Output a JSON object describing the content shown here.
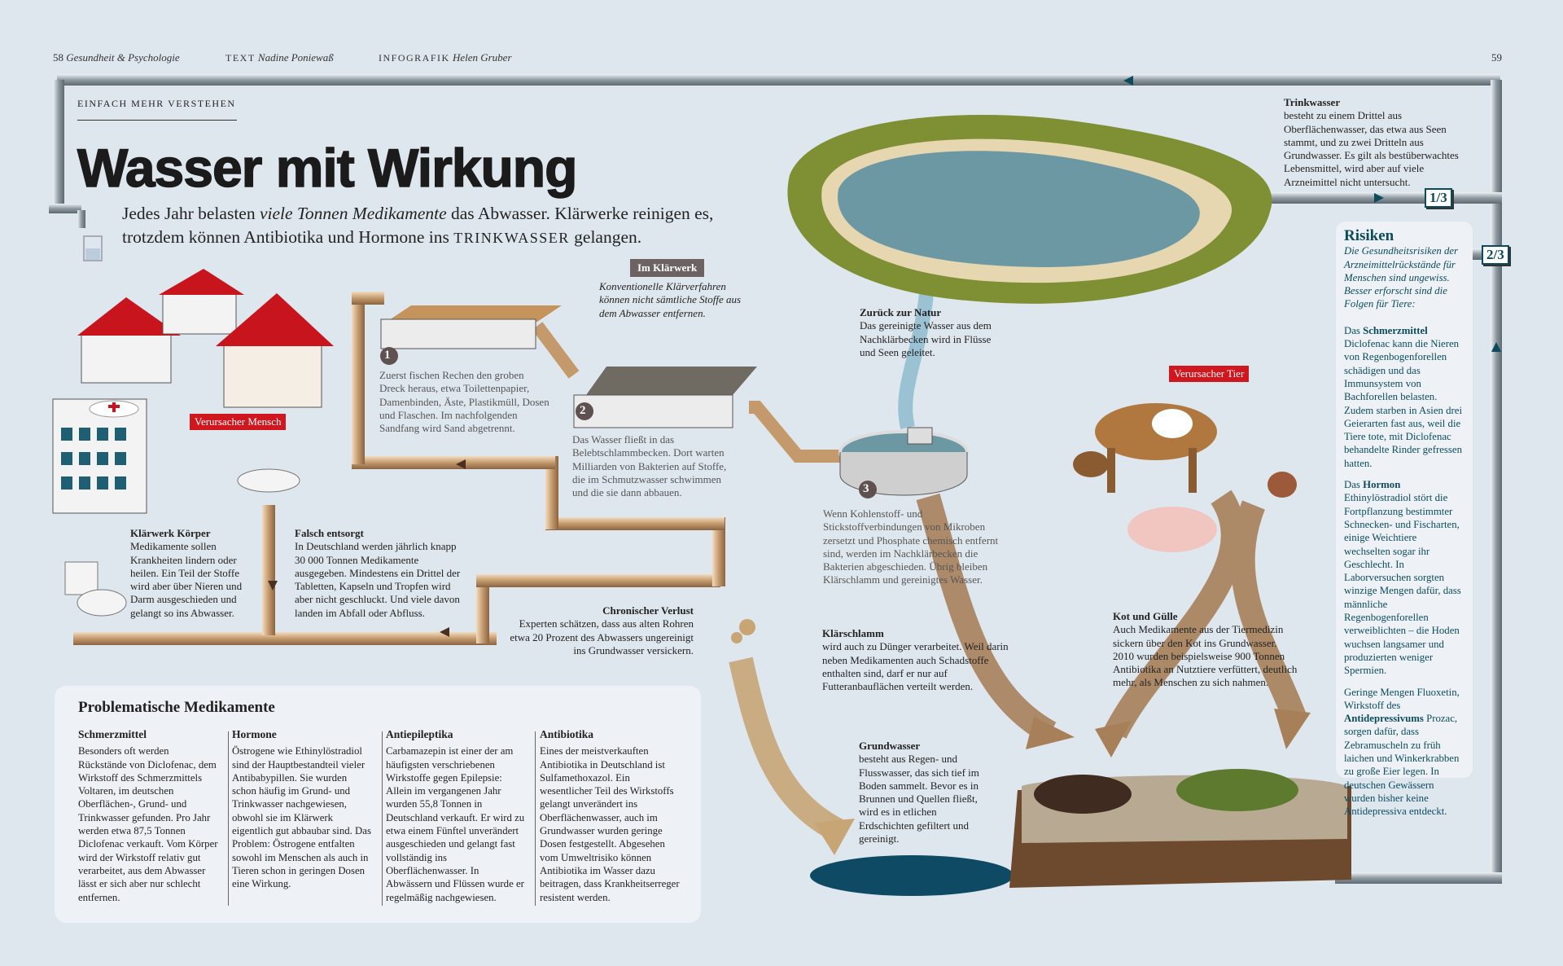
{
  "header": {
    "page_left": "58",
    "section": "Gesundheit & Psychologie",
    "text_label": "TEXT",
    "text_author": "Nadine Poniewaß",
    "graphic_label": "INFOGRAFIK",
    "graphic_author": "Helen Gruber",
    "page_right": "59",
    "kicker": "EINFACH MEHR VERSTEHEN"
  },
  "title": "Wasser mit Wirkung",
  "subtitle": {
    "part1": "Jedes Jahr belasten ",
    "emph": "viele Tonnen Medikamente",
    "part2": " das Abwasser. Klärwerke reinigen es, trotzdem können Antibiotika und Hormone ins ",
    "caps": "TRINKWASSER",
    "part3": " gelangen."
  },
  "labels": {
    "verursacher_mensch": "Verursacher Mensch",
    "verursacher_tier": "Verursacher Tier",
    "im_klaerwerk": "Im Klärwerk",
    "im_klaerwerk_note": "Konventionelle Klärverfahren können nicht sämtliche Stoffe aus dem Abwasser entfernen.",
    "fraction_one_third": "1/3",
    "fraction_two_thirds": "2/3"
  },
  "steps": [
    {
      "number": "1",
      "text": "Zuerst fischen Rechen den groben Dreck heraus, etwa Toilettenpapier, Damenbinden, Äste, Plastikmüll, Dosen und Flaschen. Im nachfolgenden Sandfang wird Sand abgetrennt."
    },
    {
      "number": "2",
      "text": "Das Wasser fließt in das Belebtschlammbecken. Dort warten Milliarden von Bakterien auf Stoffe, die im Schmutzwasser schwimmen und die sie dann abbauen."
    },
    {
      "number": "3",
      "text": "Wenn Kohlenstoff- und Stickstoffverbindungen von Mikroben zersetzt und Phosphate chemisch entfernt sind, werden im Nachklärbecken die Bakterien abgeschieden. Übrig bleiben Klärschlamm und gereinigtes Wasser."
    }
  ],
  "notes": {
    "klaerwerk_koerper": {
      "title": "Klärwerk Körper",
      "text": "Medikamente sollen Krankheiten lindern oder heilen. Ein Teil der Stoffe wird aber über Nieren und Darm ausgeschieden und gelangt so ins Abwasser."
    },
    "falsch_entsorgt": {
      "title": "Falsch entsorgt",
      "text": "In Deutschland werden jährlich knapp 30 000 Tonnen Medikamente ausgegeben. Mindestens ein Drittel der Tabletten, Kapseln und Tropfen wird aber nicht geschluckt. Und viele davon landen im Abfall oder Abfluss."
    },
    "chronischer_verlust": {
      "title": "Chronischer Verlust",
      "text": "Experten schätzen, dass aus alten Rohren etwa 20 Prozent des Abwassers ungereinigt ins Grundwasser versickern."
    },
    "zurueck_zur_natur": {
      "title": "Zurück zur Natur",
      "text": "Das gereinigte Wasser aus dem Nachklärbecken wird in Flüsse und Seen geleitet."
    },
    "trinkwasser": {
      "title": "Trinkwasser",
      "text": "besteht zu einem Drittel aus Oberflächenwasser, das etwa aus Seen stammt, und zu zwei Dritteln aus Grundwasser. Es gilt als bestüberwachtes Lebensmittel, wird aber auf viele Arzneimittel nicht untersucht."
    },
    "klaerschlamm": {
      "title": "Klärschlamm",
      "text": "wird auch zu Dünger verarbeitet. Weil darin neben Medikamenten auch Schadstoffe enthalten sind, darf er nur auf Futteranbauflächen verteilt werden."
    },
    "kot_und_guelle": {
      "title": "Kot und Gülle",
      "text": "Auch Medikamente aus der Tiermedizin sickern über den Kot ins Grundwasser. 2010 wurden beispielsweise 900 Tonnen Antibiotika an Nutztiere verfüttert, deutlich mehr, als Menschen zu sich nahmen."
    },
    "grundwasser": {
      "title": "Grundwasser",
      "text": "besteht aus Regen- und Flusswasser, das sich tief im Boden sammelt. Bevor es in Brunnen und Quellen fließt, wird es in etlichen Erdschichten gefiltert und gereinigt."
    }
  },
  "medications_box": {
    "title": "Problematische Medikamente",
    "columns": [
      {
        "title": "Schmerzmittel",
        "text": "Besonders oft werden Rückstände von Diclofenac, dem Wirkstoff des Schmerzmittels Voltaren, im deutschen Oberflächen-, Grund- und Trinkwasser gefunden. Pro Jahr werden etwa 87,5 Tonnen Diclofenac verkauft. Vom Körper wird der Wirkstoff relativ gut verarbeitet, aus dem Abwasser lässt er sich aber nur schlecht entfernen."
      },
      {
        "title": "Hormone",
        "text": "Östrogene wie Ethinylöstradiol sind der Hauptbestandteil vieler Antibabypillen. Sie wurden schon häufig im Grund- und Trinkwasser nachgewiesen, obwohl sie im Klärwerk eigentlich gut abbaubar sind. Das Problem: Östrogene entfalten sowohl im Menschen als auch in Tieren schon in geringen Dosen eine Wirkung."
      },
      {
        "title": "Antiepileptika",
        "text": "Carbamazepin ist einer der am häufigsten verschriebenen Wirkstoffe gegen Epilepsie: Allein im vergangenen Jahr wurden 55,8 Tonnen in Deutschland verkauft. Er wird zu etwa einem Fünftel unverändert ausgeschieden und gelangt fast vollständig ins Oberflächenwasser. In Abwässern und Flüssen wurde er regelmäßig nachgewiesen."
      },
      {
        "title": "Antibiotika",
        "text": "Eines der meistverkauften Antibiotika in Deutschland ist Sulfamethoxazol. Ein wesentlicher Teil des Wirkstoffs gelangt unverändert ins Oberflächenwasser, auch im Grundwasser wurden geringe Dosen festgestellt. Abgesehen vom Umweltrisiko können Antibiotika im Wasser dazu beitragen, dass Krankheitserreger resistent werden."
      }
    ]
  },
  "risks": {
    "title": "Risiken",
    "intro": "Die Gesundheitsrisiken der Arzneimittelrückstände für Menschen sind ungewiss. Besser erforscht sind die Folgen für Tiere:",
    "items": [
      {
        "pre": "Das ",
        "bold": "Schmerzmittel",
        "post": " Diclofenac kann die Nieren von Regenbogenforellen schädigen und das Immunsystem von Bachforellen belasten. Zudem starben in Asien drei Geierarten fast aus, weil die Tiere tote, mit Diclofenac behandelte Rinder gefressen hatten."
      },
      {
        "pre": "Das ",
        "bold": "Hormon",
        "post": " Ethinylöstradiol stört die Fortpflanzung bestimmter Schnecken- und Fischarten, einige Weichtiere wechselten sogar ihr Geschlecht. In Laborversuchen sorgten winzige Mengen dafür, dass männliche Regenbogenforellen verweiblichten – die Hoden wuchsen langsamer und produzierten weniger Spermien."
      },
      {
        "pre": "Geringe Mengen Fluoxetin, Wirkstoff des ",
        "bold": "Antidepressivums",
        "post": " Prozac, sorgen dafür, dass Zebramuscheln zu früh laichen und Winkerkrabben zu große Eier legen. In deutschen Gewässern wurden bisher keine Antidepressiva entdeckt."
      }
    ]
  },
  "colors": {
    "background": "#dfe7ee",
    "accent_red": "#d0161e",
    "accent_teal": "#0c4b5e",
    "copper_pipe": "#c49a6c",
    "steel_pipe": "#9aa5ad",
    "lake": "#6c98a4",
    "sludge_arrow": "#a7805a"
  }
}
